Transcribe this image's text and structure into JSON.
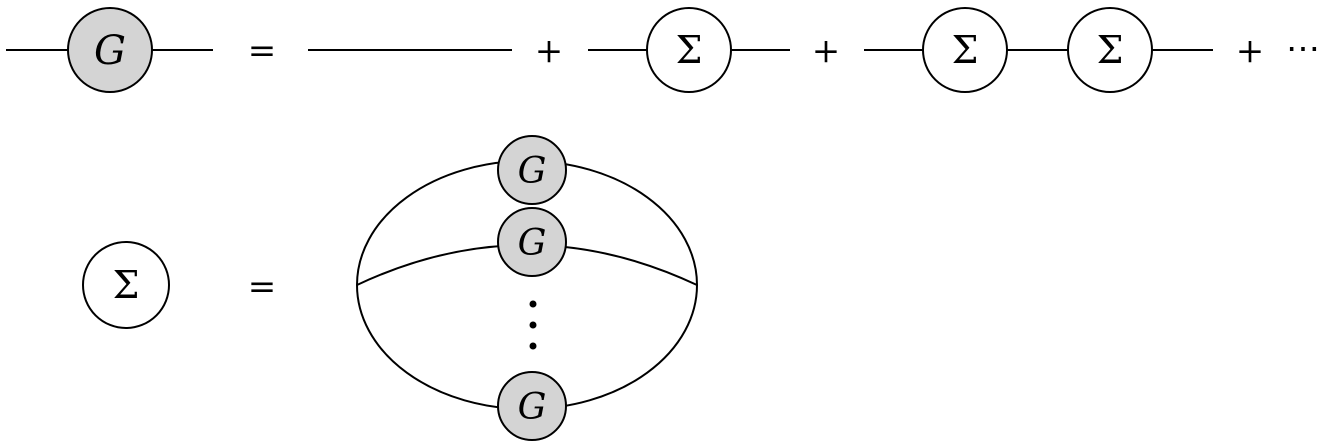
{
  "equations": {
    "dyson": {
      "lhs_label": "G",
      "equals": "=",
      "plus_1": "+",
      "term2_label": "Σ",
      "plus_2": "+",
      "term3_label_a": "Σ",
      "term3_label_b": "Σ",
      "plus_3": "+",
      "ellipsis": "⋯"
    },
    "self_energy": {
      "lhs_label": "Σ",
      "equals": "=",
      "top_label": "G",
      "middle_label": "G",
      "bottom_label": "G"
    }
  },
  "colors": {
    "full_propagator_fill": "#d4d4d4",
    "self_energy_fill": "#ffffff",
    "stroke": "#000000"
  }
}
